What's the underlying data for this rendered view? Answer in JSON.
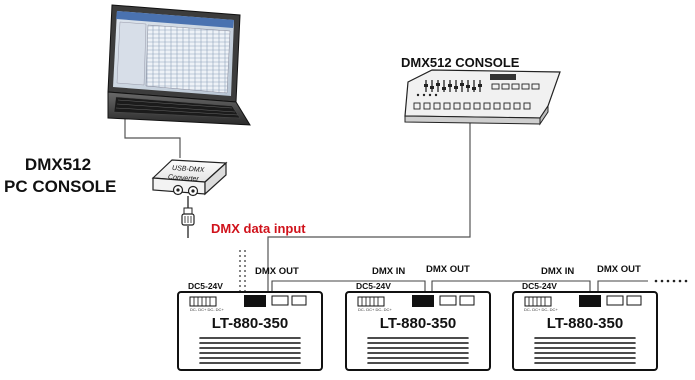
{
  "pc_console": {
    "line1": "DMX512",
    "line2": "PC CONSOLE",
    "converter_line1": "USB-DMX",
    "converter_line2": "Converter"
  },
  "hardware_console": {
    "label": "DMX512 CONSOLE"
  },
  "signal_label": "DMX data input",
  "colors": {
    "signal": "#d0121b",
    "wire": "#555555",
    "device": "#1a1a1a"
  },
  "devices": [
    {
      "model": "LT-880-350",
      "power": "DC5-24V",
      "dmx_in": "",
      "dmx_out": "DMX OUT",
      "terminal_labels": "DC- DC+ DC- DC+"
    },
    {
      "model": "LT-880-350",
      "power": "DC5-24V",
      "dmx_in": "DMX IN",
      "dmx_out": "DMX OUT",
      "terminal_labels": "DC- DC+ DC- DC+"
    },
    {
      "model": "LT-880-350",
      "power": "DC5-24V",
      "dmx_in": "DMX IN",
      "dmx_out": "DMX OUT",
      "terminal_labels": "DC- DC+ DC- DC+"
    }
  ]
}
